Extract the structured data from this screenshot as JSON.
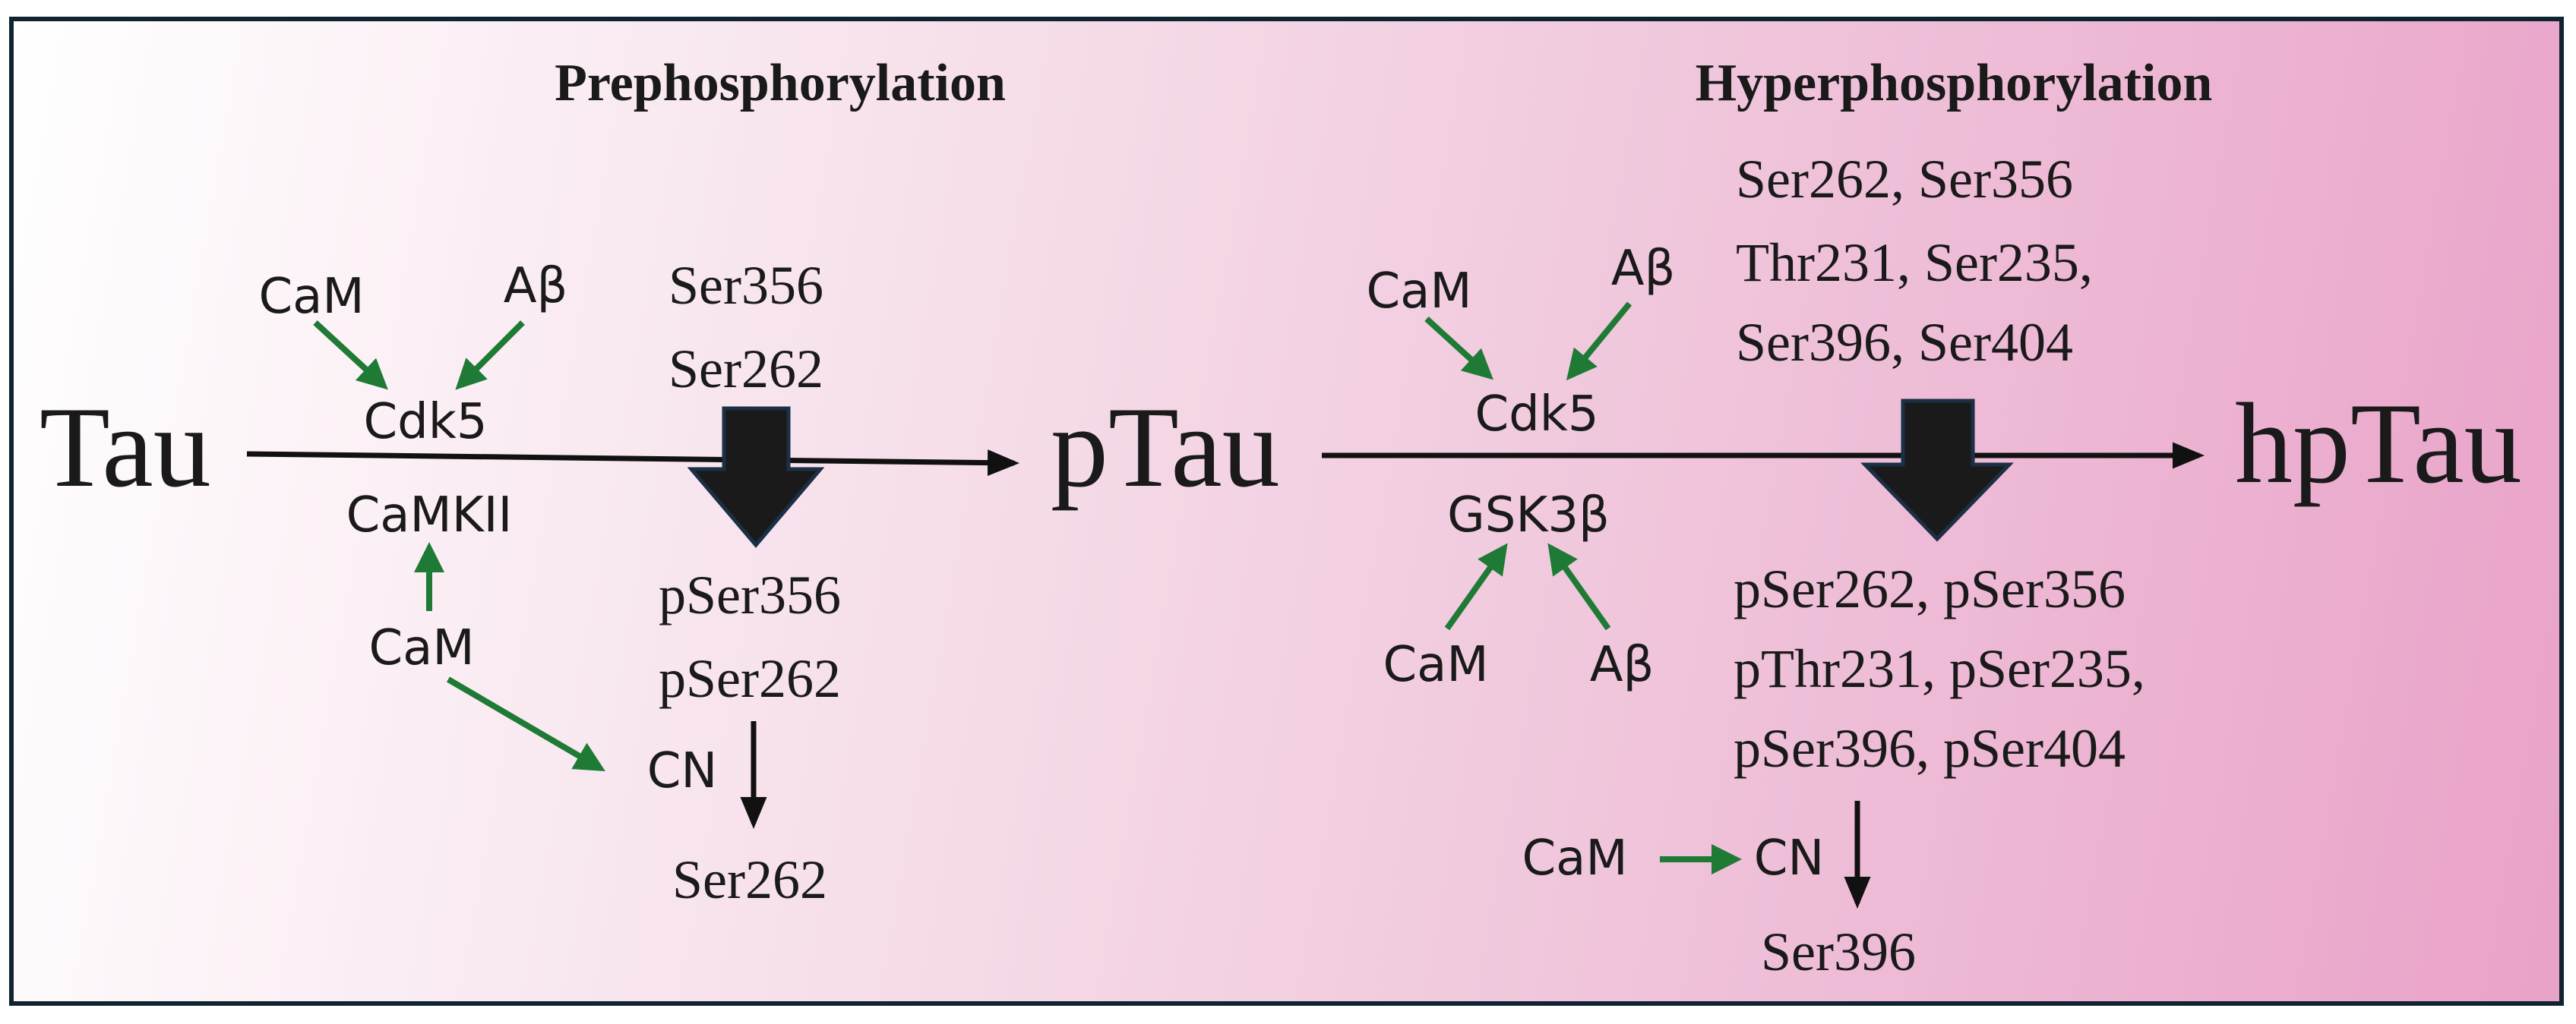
{
  "headings": {
    "left": "Prephosphorylation",
    "right": "Hyperphosphorylation"
  },
  "nodes": {
    "tau": "Tau",
    "ptau": "pTau",
    "hptau": "hpTau"
  },
  "left_stage": {
    "cam_top": "CaM",
    "abeta_top": "Aβ",
    "cdk5": "Cdk5",
    "camkii": "CaMKII",
    "cam_bottom": "CaM",
    "cn": "CN",
    "sites_before": [
      "Ser356",
      "Ser262"
    ],
    "sites_after": [
      "pSer356",
      "pSer262"
    ],
    "dephos_site": "Ser262"
  },
  "right_stage": {
    "cam_top": "CaM",
    "abeta_top": "Aβ",
    "cdk5": "Cdk5",
    "gsk3b": "GSK3β",
    "cam_bottom": "CaM",
    "abeta_bottom": "Aβ",
    "cam_cn": "CaM",
    "cn": "CN",
    "sites_before": [
      "Ser262, Ser356",
      "Thr231, Ser235,",
      "Ser396, Ser404"
    ],
    "sites_after": [
      "pSer262, pSer356",
      "pThr231, pSer235,",
      "pSer396, pSer404"
    ],
    "dephos_site": "Ser396"
  },
  "colors": {
    "activation_arrow": "#1e7a35",
    "main_arrow": "#111111",
    "block_arrow": "#1a1a1a",
    "block_arrow_outline": "#1b2f45",
    "frame_border": "#0f2330"
  }
}
